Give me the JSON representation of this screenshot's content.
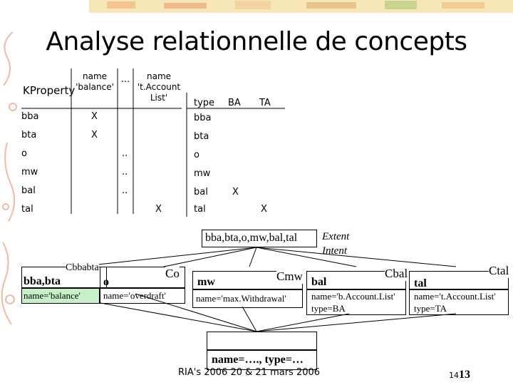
{
  "slide": {
    "title": "Analyse relationnelle de concepts",
    "footer": "RIA's 2006 20 & 21 mars 2006",
    "page_small": "14",
    "page_big": "13"
  },
  "table1": {
    "corner": "KProperty",
    "headers": [
      "name 'balance'",
      "...",
      "name 't.Account List'"
    ],
    "rows": [
      {
        "label": "bba",
        "c1": "X",
        "c2": "",
        "c3": ""
      },
      {
        "label": "bta",
        "c1": "X",
        "c2": "",
        "c3": ""
      },
      {
        "label": "o",
        "c1": "",
        "c2": "..",
        "c3": ""
      },
      {
        "label": "mw",
        "c1": "",
        "c2": "..",
        "c3": ""
      },
      {
        "label": "bal",
        "c1": "",
        "c2": "..",
        "c3": ""
      },
      {
        "label": "tal",
        "c1": "",
        "c2": "",
        "c3": "X"
      }
    ]
  },
  "table2": {
    "headers": [
      "type",
      "BA",
      "TA"
    ],
    "rows": [
      {
        "label": "bba",
        "c1": "",
        "c2": ""
      },
      {
        "label": "bta",
        "c1": "",
        "c2": ""
      },
      {
        "label": "o",
        "c1": "",
        "c2": ""
      },
      {
        "label": "mw",
        "c1": "",
        "c2": ""
      },
      {
        "label": "bal",
        "c1": "X",
        "c2": ""
      },
      {
        "label": "tal",
        "c1": "",
        "c2": "X"
      }
    ]
  },
  "lattice": {
    "top": {
      "extent": "bba,bta,o,mw,bal,tal",
      "extent_label": "Extent",
      "intent_label": "Intent"
    },
    "concepts": [
      {
        "name": "Cbbabta",
        "extent": "bba,bta",
        "intent": "name='balance'"
      },
      {
        "name": "Co",
        "extent": "o",
        "intent": "name='overdraft'"
      },
      {
        "name": "Cmw",
        "extent": "mw",
        "intent": "name='max.Withdrawal'"
      },
      {
        "name": "Cbal",
        "extent": "bal",
        "intent": "name='b.Account.List'",
        "intent2": "type=BA"
      },
      {
        "name": "Ctal",
        "extent": "tal",
        "intent": "name='t.Account.List'",
        "intent2": "type=TA"
      }
    ],
    "bottom": {
      "intent": "name=…., type=…"
    }
  },
  "colors": {
    "accent": "#c8f0c8",
    "decoration": "#f2b9a6"
  }
}
